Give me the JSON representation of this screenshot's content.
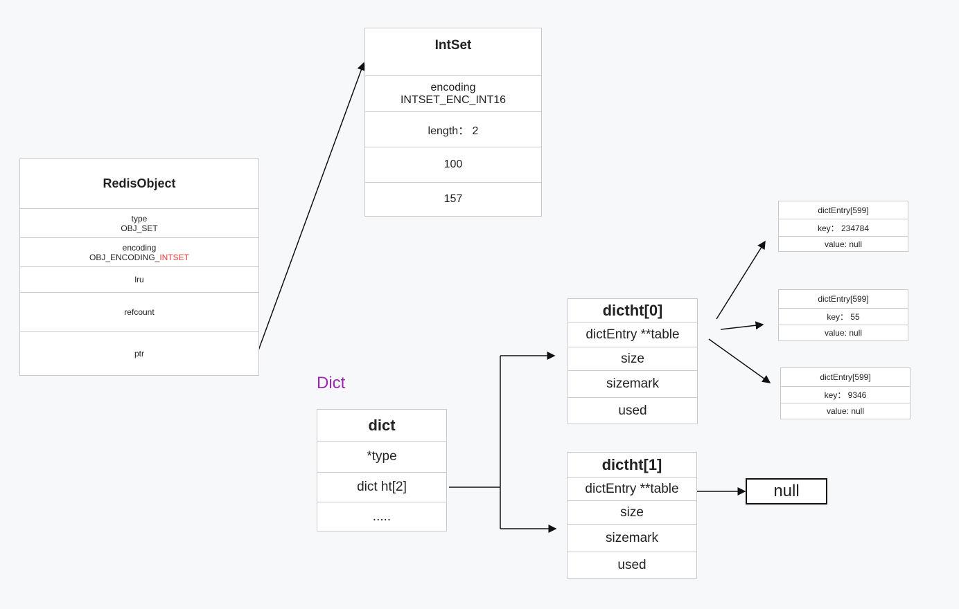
{
  "redis_object": {
    "title": "RedisObject",
    "type_label": "type",
    "type_value": "OBJ_SET",
    "encoding_label": "encoding",
    "encoding_prefix": "OBJ_ENCODING_",
    "encoding_suffix": "INTSET",
    "lru": "lru",
    "refcount": "refcount",
    "ptr": "ptr"
  },
  "intset": {
    "title": "IntSet",
    "encoding_label": "encoding",
    "encoding_value": "INTSET_ENC_INT16",
    "length": "length： 2",
    "values": [
      "100",
      "157"
    ]
  },
  "dict_label": "Dict",
  "dict": {
    "title": "dict",
    "rows": [
      "*type",
      "dict ht[2]",
      "....."
    ]
  },
  "dictht0": {
    "title": "dictht[0]",
    "rows": [
      "dictEntry **table",
      "size",
      "sizemark",
      "used"
    ]
  },
  "dictht1": {
    "title": "dictht[1]",
    "rows": [
      "dictEntry **table",
      "size",
      "sizemark",
      "used"
    ]
  },
  "null_label": "null",
  "entries": [
    {
      "title": "dictEntry[599]",
      "key": "key：  234784",
      "value": "value:  null"
    },
    {
      "title": "dictEntry[599]",
      "key": "key：  55",
      "value": "value:  null"
    },
    {
      "title": "dictEntry[599]",
      "key": "key：  9346",
      "value": "value:  null"
    }
  ],
  "colors": {
    "accent_purple": "#9c27b0",
    "highlight_red": "#f03a3a"
  }
}
